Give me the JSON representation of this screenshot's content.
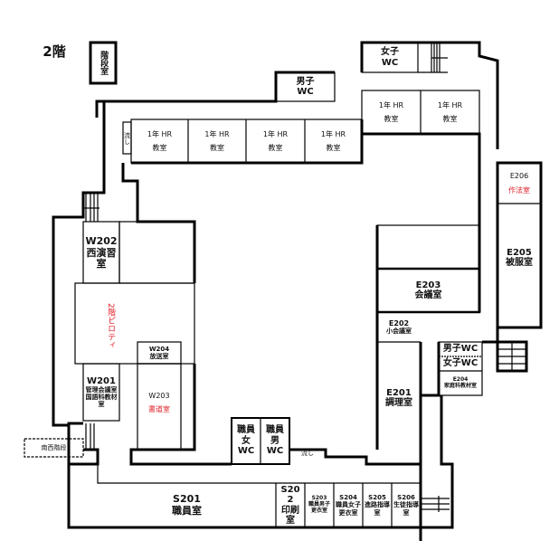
{
  "floor_title": "2階",
  "colors": {
    "wall": "#000000",
    "accent_text": "#e0202a"
  },
  "rooms": {
    "stairwell": {
      "label": "階段室"
    },
    "boys_wc_top": {
      "line1": "男子",
      "line2": "WC"
    },
    "girls_wc_top": {
      "line1": "女子",
      "line2": "WC"
    },
    "sink_top": {
      "label": "流し"
    },
    "hr": [
      {
        "line1": "1年 HR",
        "line2": "教室"
      },
      {
        "line1": "1年 HR",
        "line2": "教室"
      },
      {
        "line1": "1年 HR",
        "line2": "教室"
      },
      {
        "line1": "1年 HR",
        "line2": "教室"
      },
      {
        "line1": "1年 HR",
        "line2": "教室"
      },
      {
        "line1": "1年 HR",
        "line2": "教室"
      }
    ],
    "e206": {
      "code": "E206",
      "name": "作法室"
    },
    "e205": {
      "code": "E205",
      "name": "被服室"
    },
    "e203": {
      "code": "E203",
      "name": "会議室"
    },
    "e202": {
      "code": "E202",
      "name": "小会議室"
    },
    "e201": {
      "code": "E201",
      "name": "調理室"
    },
    "boys_wc_east": {
      "label": "男子WC"
    },
    "girls_wc_east": {
      "label": "女子WC"
    },
    "e204": {
      "code": "E204",
      "name": "家庭科教材室"
    },
    "w202": {
      "code": "W202",
      "name": "西演習室"
    },
    "piloti": {
      "label": "2階ピロティ"
    },
    "w201": {
      "code": "W201",
      "name": "管理会議室 国語科教材室"
    },
    "w204": {
      "code": "W204",
      "name": "放送室"
    },
    "w203": {
      "code": "W203",
      "name": "書道室"
    },
    "sw_stairs": {
      "label": "南西階段"
    },
    "staff_wc_f": {
      "line1": "職員",
      "line2": "女",
      "line3": "WC"
    },
    "staff_wc_m": {
      "line1": "職員",
      "line2": "男",
      "line3": "WC"
    },
    "sink_bottom": {
      "label": "流し"
    },
    "s201": {
      "code": "S201",
      "name": "職員室"
    },
    "s202": {
      "code": "S202",
      "name": "印刷室"
    },
    "s203": {
      "code": "S203",
      "name": "職員男子更衣室"
    },
    "s204": {
      "code": "S204",
      "name": "職員女子更衣室"
    },
    "s205": {
      "code": "S205",
      "name": "進路指導室"
    },
    "s206": {
      "code": "S206",
      "name": "生徒指導室"
    }
  }
}
